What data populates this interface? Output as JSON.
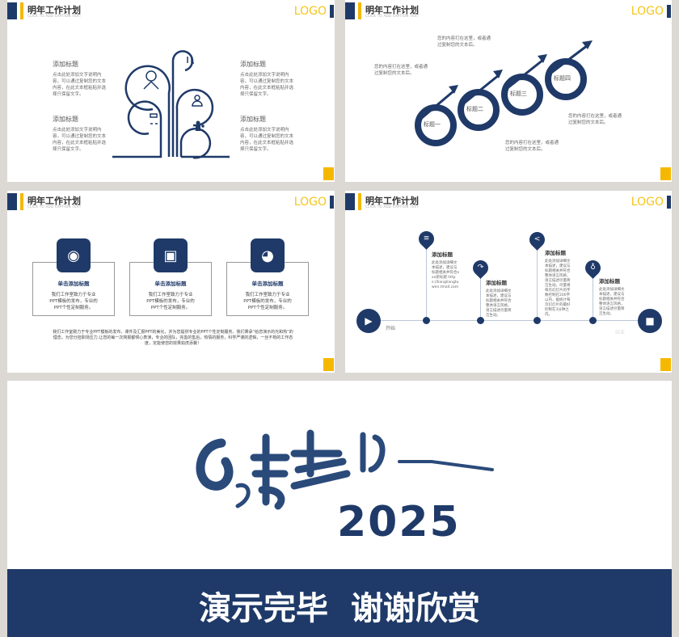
{
  "header": {
    "title": "明年工作计划",
    "subtitle": "CLICK TO ADD CAPTION TEXT",
    "logo": "LOGO"
  },
  "colors": {
    "navy": "#1f3a68",
    "yellow": "#f5b800",
    "background": "#dcd9d4"
  },
  "slide1": {
    "items": [
      {
        "title": "添加标题",
        "text": "点击此处添加文字说明内容，可以通过复制您的文本内容，在此文本框粘贴并选择只保留文字。"
      },
      {
        "title": "添加标题",
        "text": "点击此处添加文字说明内容，可以通过复制您的文本内容，在此文本框粘贴并选择只保留文字。"
      },
      {
        "title": "添加标题",
        "text": "点击此处添加文字说明内容，可以通过复制您的文本内容，在此文本框粘贴并选择只保留文字。"
      },
      {
        "title": "添加标题",
        "text": "点击此处添加文字说明内容，可以通过复制您的文本内容，在此文本框粘贴并选择只保留文字。"
      }
    ],
    "icons": [
      "customer-service-icon",
      "handshake-icon",
      "question-user-icon",
      "org-chart-icon",
      "family-icon"
    ]
  },
  "slide2": {
    "steps": [
      "标题一",
      "标题二",
      "标题三",
      "标题四"
    ],
    "texts": [
      "您的内容打在这里，或者通过复制您的文本后。",
      "您的内容打在这里，或者通过复制您的文本后。",
      "您的内容打在这里，或者通过复制您的文本后。",
      "您的内容打在这里，或者通过复制您的文本后。"
    ]
  },
  "slide3": {
    "cards": [
      {
        "icon": "camera-icon",
        "title": "单击添加标题",
        "text": "我们工作室致力于专业PPT模板的发布，专业的PPT个性定制服务。"
      },
      {
        "icon": "box-icon",
        "title": "单击添加标题",
        "text": "我们工作室致力于专业PPT模板的发布，专业的PPT个性定制服务。"
      },
      {
        "icon": "pie-chart-icon",
        "title": "单击添加标题",
        "text": "我们工作室致力于专业PPT模板的发布，专业的PPT个性定制服务。"
      }
    ],
    "summary": "我们工作室致力于专业PPT模板的发布，课件及汇报PPT的美化，并为您提供专业的PPT个性定制服务。我们秉承“给您演示的光和热”的理念，为您分担职场压力,让您的每一次简报都倾心表演，专业的团队，完善的售后，热情的服务，科学严谨的逻辑，一丝不苟的工作态度，定能使您的效果如虎添翼！"
  },
  "slide4": {
    "start": "开始",
    "end": "结束",
    "items": [
      {
        "icon": "list-icon",
        "title": "添加标题",
        "text": "此处添加详细文本描述，建议与标题相关并符合xxx新标题 https://liangliangtuwen.tmall.com"
      },
      {
        "icon": "redo-icon",
        "title": "添加标题",
        "text": "此处添加详细文本描述，建议与标题相关并符合整体语言风格，语言描述尽量简洁生动。"
      },
      {
        "icon": "share-icon",
        "title": "添加标题",
        "text": "此处添加详细文本描述，建议与标题相关并符合整体语言风格，语言描述尽量简洁生动。尽量将每页幻灯片的字数控制在200字以内，据统计每页幻灯片的最好控制在3分钟之内。"
      },
      {
        "icon": "lightbulb-icon",
        "title": "添加标题",
        "text": "此处添加详细文本描述，建议与标题相关并符合整体语言风格，语言描述尽量简洁生动。"
      }
    ]
  },
  "slide5": {
    "year": "2025",
    "banner": "演示完毕  谢谢欣赏"
  }
}
